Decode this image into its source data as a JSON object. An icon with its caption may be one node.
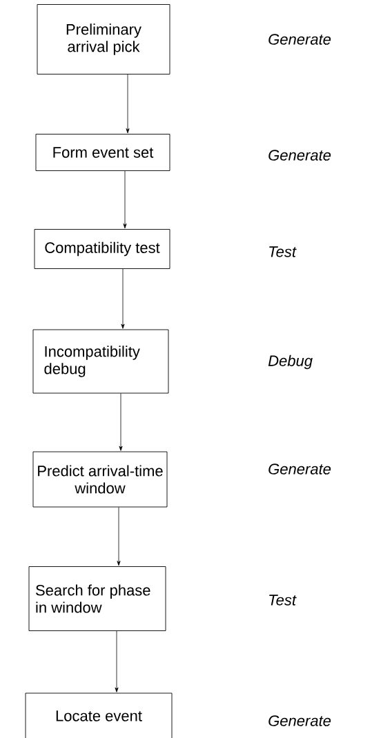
{
  "diagram": {
    "nodes": [
      {
        "text": [
          "Preliminary arrival pick"
        ]
      },
      {
        "text": [
          "Form event set"
        ]
      },
      {
        "text": [
          "Compatibility test"
        ]
      },
      {
        "text": [
          "Incompatibility debug"
        ]
      },
      {
        "text": [
          "Predict arrival-time window"
        ]
      },
      {
        "text": [
          "Search for phase in window"
        ]
      },
      {
        "text": [
          "Locate event"
        ]
      }
    ],
    "edges": [
      {
        "from": 0,
        "to": 1,
        "arrow": "to"
      },
      {
        "from": 1,
        "to": 2,
        "arrow": "to"
      },
      {
        "from": 2,
        "to": 3,
        "arrow": "to"
      },
      {
        "from": 3,
        "to": 4,
        "arrow": "to"
      },
      {
        "from": 4,
        "to": 5,
        "arrow": "to"
      },
      {
        "from": 5,
        "to": 6,
        "arrow": "to"
      }
    ],
    "labels": [
      "Generate",
      "Generate",
      "Test",
      "Debug",
      "Generate",
      "Test",
      "Generate"
    ]
  }
}
